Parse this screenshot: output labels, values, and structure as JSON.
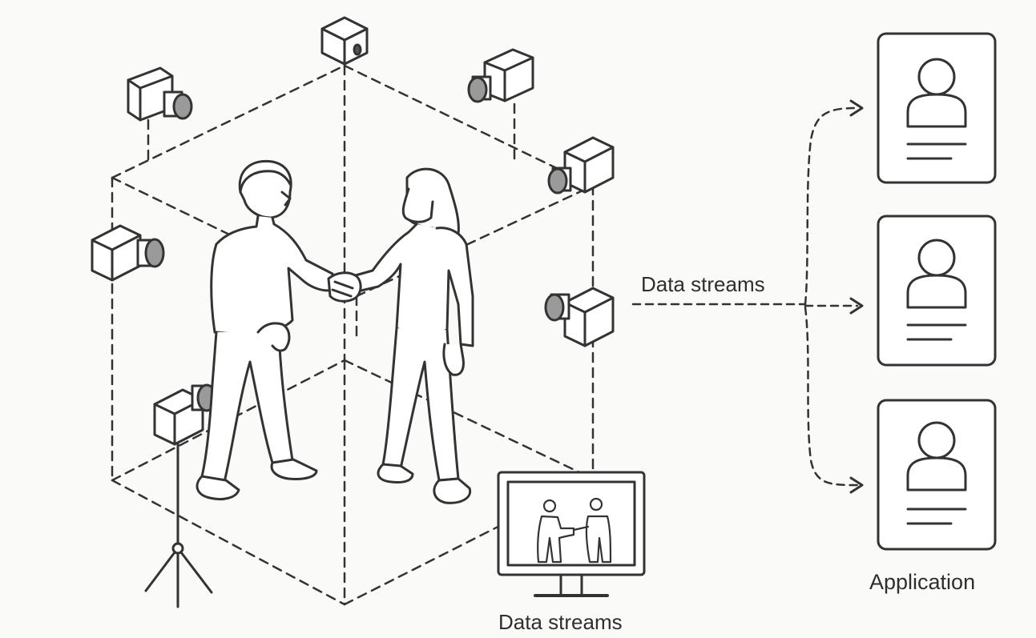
{
  "labels": {
    "streams_mid": "Data streams",
    "streams_bottom": "Data streams",
    "application": "Application"
  },
  "colors": {
    "stroke": "#333333",
    "lens": "#9a9a9a",
    "background": "#fafaf8"
  },
  "icons": [
    "camera-icon",
    "tripod-icon",
    "monitor-icon",
    "user-profile-icon",
    "arrow-right-icon"
  ]
}
